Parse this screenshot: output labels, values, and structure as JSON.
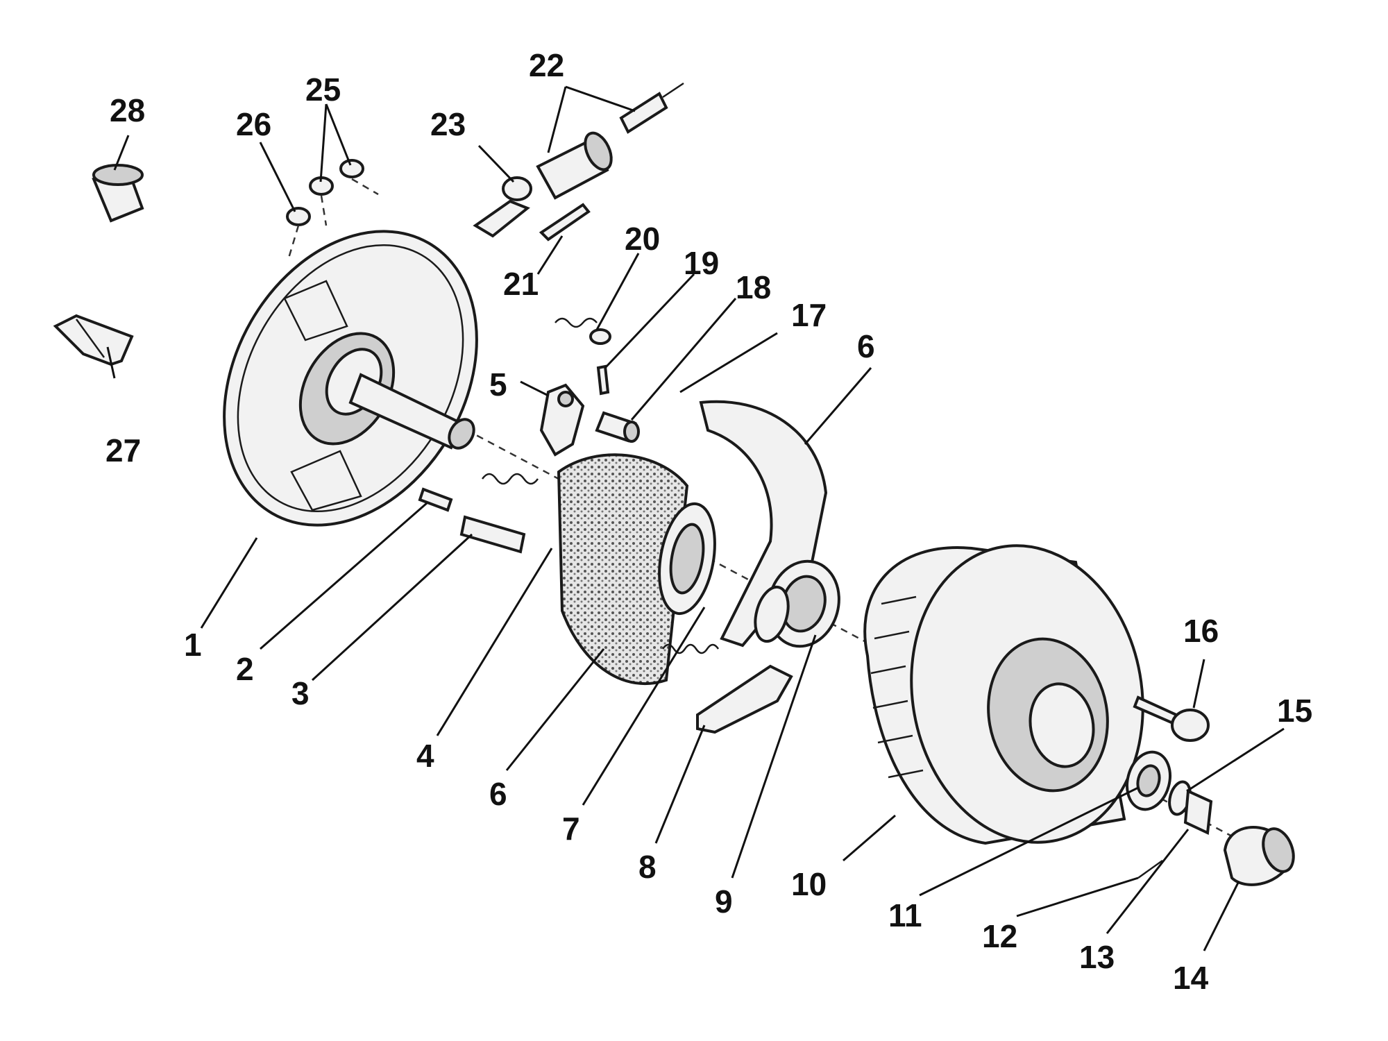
{
  "callouts": {
    "c1": "1",
    "c2": "2",
    "c3": "3",
    "c4": "4",
    "c5": "5",
    "c6a": "6",
    "c6b": "6",
    "c7": "7",
    "c8": "8",
    "c9": "9",
    "c10": "10",
    "c11": "11",
    "c12": "12",
    "c13": "13",
    "c14": "14",
    "c15": "15",
    "c16": "16",
    "c17": "17",
    "c18": "18",
    "c19": "19",
    "c20": "20",
    "c21": "21",
    "c22": "22",
    "c23": "23",
    "c25": "25",
    "c26": "26",
    "c27": "27",
    "c28": "28"
  },
  "colors": {
    "ink": "#111111",
    "paper": "#ffffff"
  }
}
